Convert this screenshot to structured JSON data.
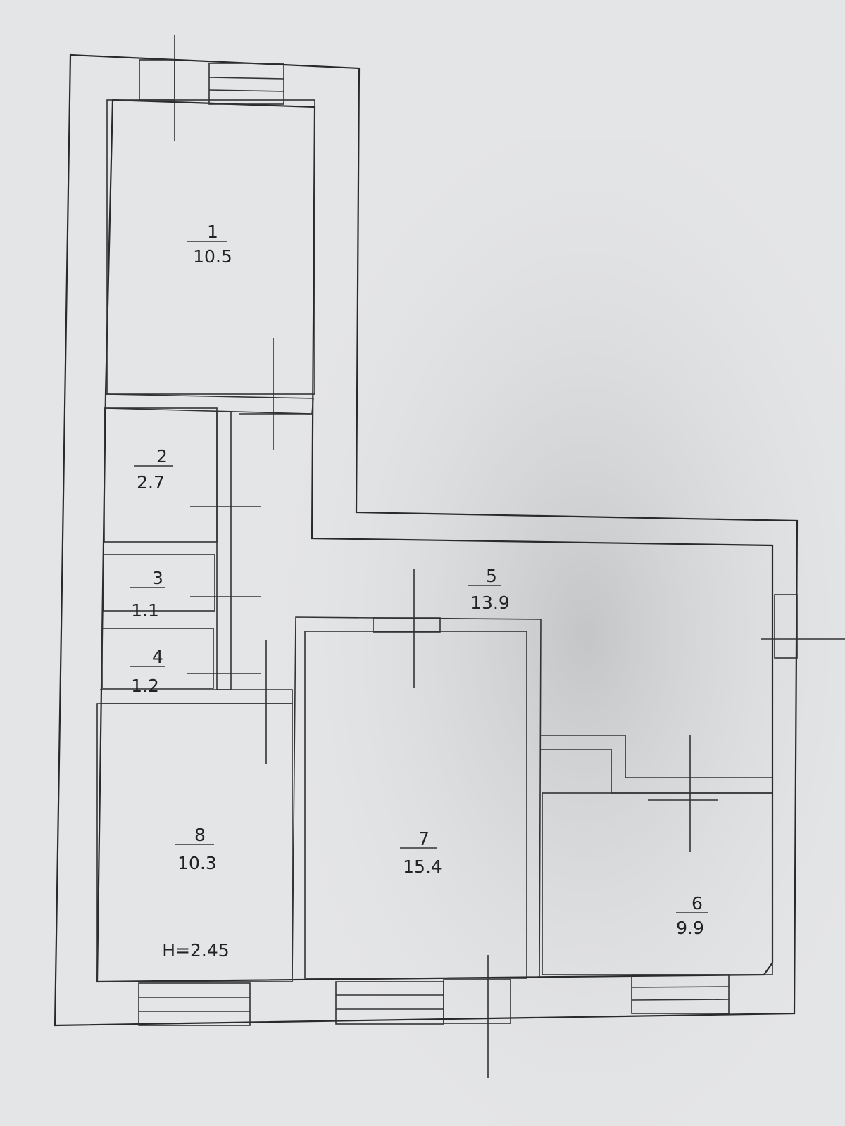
{
  "plan": {
    "rooms": [
      {
        "number": "1",
        "area": "10.5"
      },
      {
        "number": "2",
        "area": "2.7"
      },
      {
        "number": "3",
        "area": "1.1"
      },
      {
        "number": "4",
        "area": "1.2"
      },
      {
        "number": "5",
        "area": "13.9"
      },
      {
        "number": "6",
        "area": "9.9"
      },
      {
        "number": "7",
        "area": "15.4"
      },
      {
        "number": "8",
        "area": "10.3"
      }
    ],
    "ceiling_height": "H=2.45"
  },
  "colors": {
    "paper": "#e6e7e9",
    "shadow": "#c9cacc",
    "ink": "#2a2a2a"
  }
}
